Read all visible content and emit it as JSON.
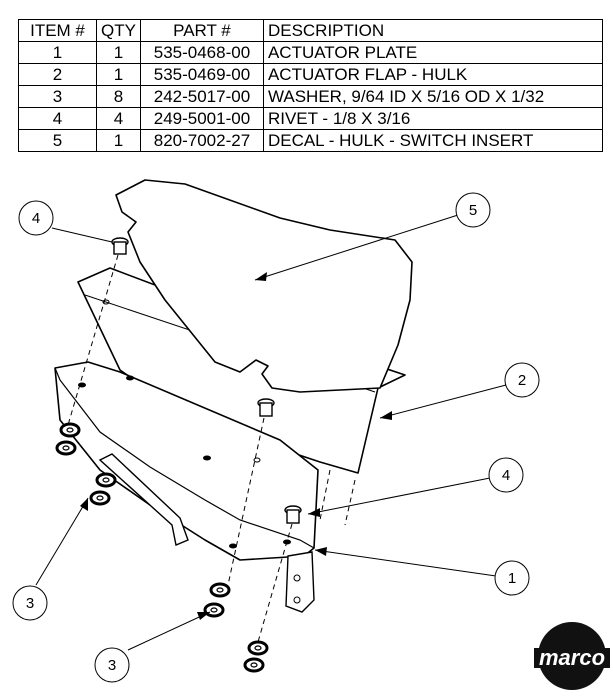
{
  "table": {
    "headers": {
      "item": "ITEM #",
      "qty": "QTY",
      "part": "PART #",
      "description": "DESCRIPTION"
    },
    "rows": [
      {
        "item": "1",
        "qty": "1",
        "part": "535-0468-00",
        "description": "ACTUATOR PLATE"
      },
      {
        "item": "2",
        "qty": "1",
        "part": "535-0469-00",
        "description": "ACTUATOR FLAP - HULK"
      },
      {
        "item": "3",
        "qty": "8",
        "part": "242-5017-00",
        "description": "WASHER, 9/64 ID X 5/16 OD X 1/32"
      },
      {
        "item": "4",
        "qty": "4",
        "part": "249-5001-00",
        "description": "RIVET - 1/8 X 3/16"
      },
      {
        "item": "5",
        "qty": "1",
        "part": "820-7002-27",
        "description": "DECAL - HULK - SWITCH INSERT"
      }
    ]
  },
  "callouts": {
    "c4_top": "4",
    "c5": "5",
    "c2": "2",
    "c4_right": "4",
    "c1": "1",
    "c3_left": "3",
    "c3_bottom": "3"
  },
  "logo": {
    "text": "marco"
  }
}
